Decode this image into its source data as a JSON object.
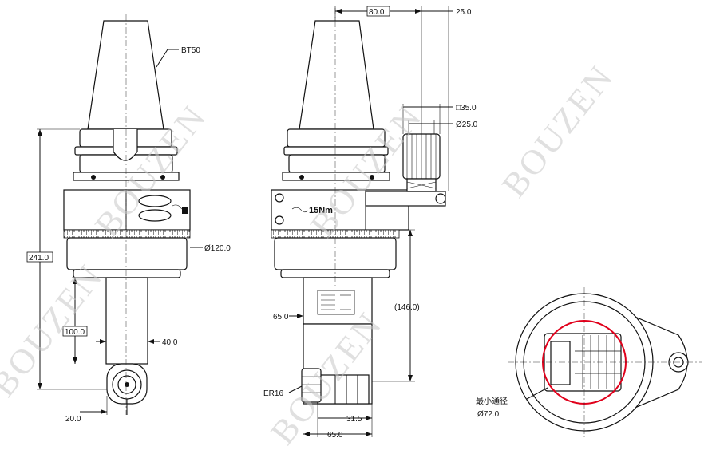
{
  "watermark": "BOUZEN",
  "labels": {
    "taper": "BT50",
    "dia120": "Ø120.0",
    "len241": "241.0",
    "len100": "100.0",
    "dim40": "40.0",
    "dim20": "20.0",
    "dim80": "80.0",
    "dim25top": "25.0",
    "sq35": "□35.0",
    "dia25": "Ø25.0",
    "torque": "15Nm",
    "dim65side": "65.0",
    "dim146": "(146.0)",
    "collet": "ER16",
    "dim31_5": "31.5",
    "dim65bottom": "65.0",
    "min_bore": "最小通径",
    "dia72": "Ø72.0"
  }
}
